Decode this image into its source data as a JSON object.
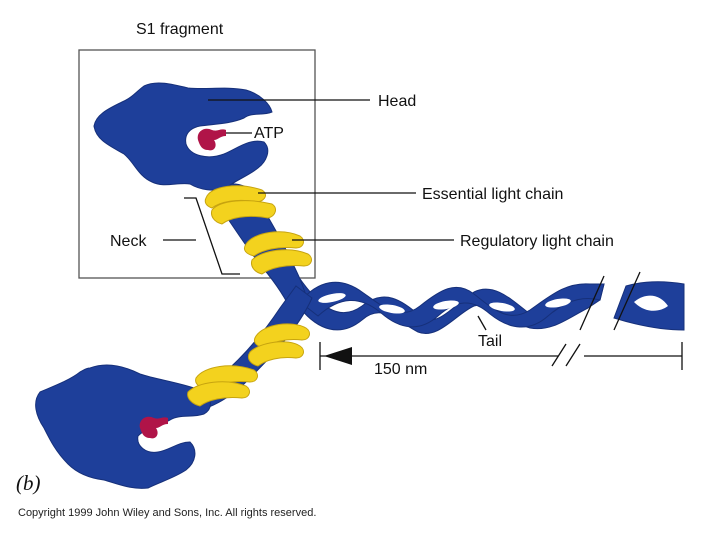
{
  "labels": {
    "s1_fragment": "S1 fragment",
    "head": "Head",
    "atp": "ATP",
    "essential_light_chain": "Essential light chain",
    "regulatory_light_chain": "Regulatory light chain",
    "neck": "Neck",
    "tail": "Tail",
    "length": "150 nm",
    "panel": "(b)"
  },
  "copyright": "Copyright 1999 John Wiley and Sons, Inc. All rights reserved.",
  "colors": {
    "myosin": "#1e3f9a",
    "myosin_light": "#2a4fb5",
    "light_chain": "#f3d21e",
    "light_chain_edge": "#c7a40f",
    "atp": "#b01448"
  }
}
